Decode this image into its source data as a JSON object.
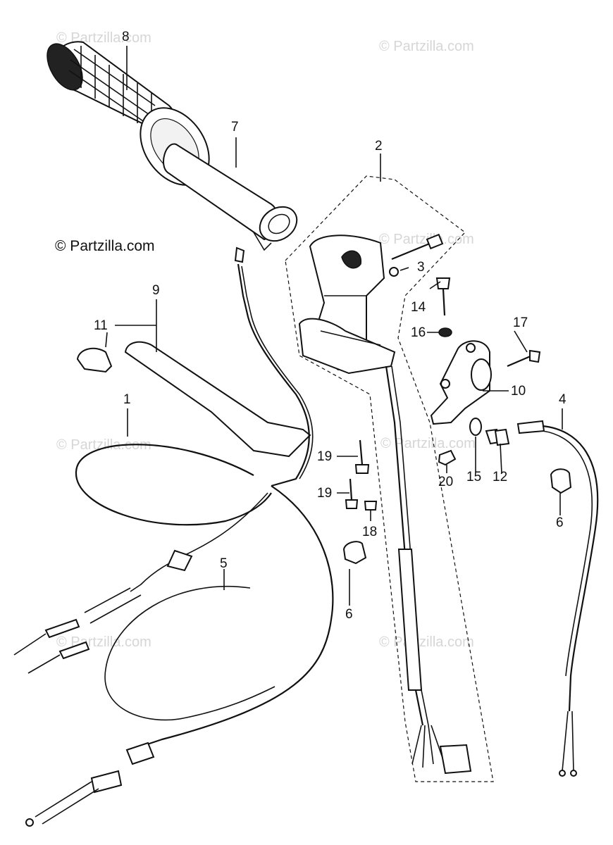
{
  "watermarks": {
    "main": "© Partzilla.com",
    "faint": "© Partzilla.com"
  },
  "callouts": {
    "c1": "1",
    "c2": "2",
    "c3": "3",
    "c4": "4",
    "c5": "5",
    "c6a": "6",
    "c6b": "6",
    "c7": "7",
    "c8": "8",
    "c9": "9",
    "c10": "10",
    "c11": "11",
    "c12": "12",
    "c14": "14",
    "c15": "15",
    "c16": "16",
    "c17": "17",
    "c18": "18",
    "c19a": "19",
    "c19b": "19",
    "c20": "20"
  }
}
